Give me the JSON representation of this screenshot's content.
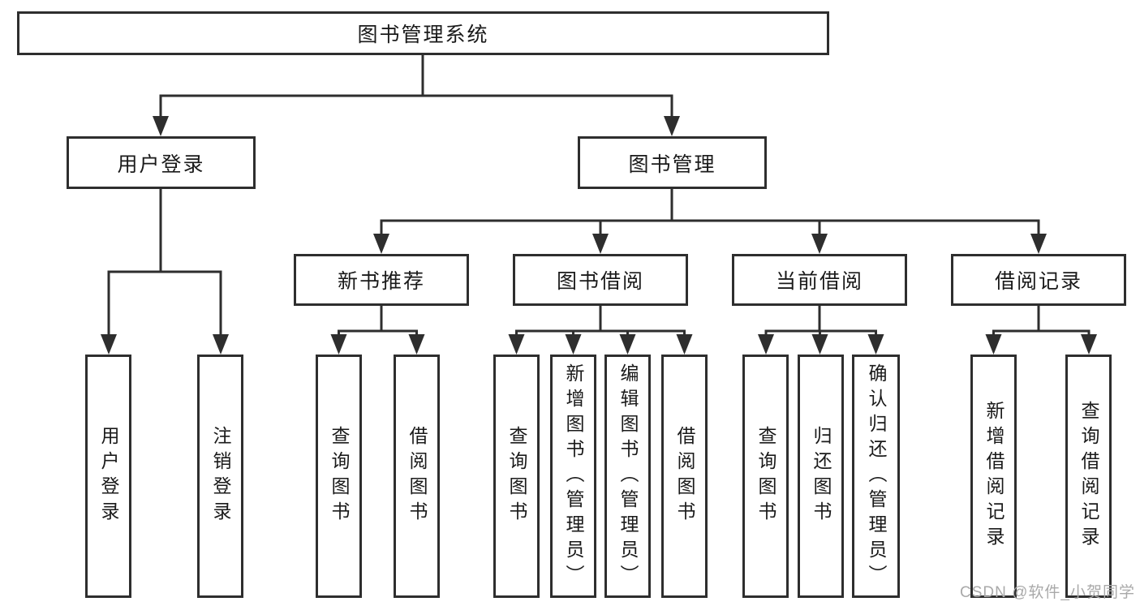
{
  "tree": {
    "label": "图书管理系统",
    "children": [
      {
        "label": "用户登录",
        "children": [
          {
            "label": "用户登录"
          },
          {
            "label": "注销登录"
          }
        ]
      },
      {
        "label": "图书管理",
        "children": [
          {
            "label": "新书推荐",
            "children": [
              {
                "label": "查询图书"
              },
              {
                "label": "借阅图书"
              }
            ]
          },
          {
            "label": "图书借阅",
            "children": [
              {
                "label": "查询图书"
              },
              {
                "label": "新增图书（管理员）"
              },
              {
                "label": "编辑图书（管理员）"
              },
              {
                "label": "借阅图书"
              }
            ]
          },
          {
            "label": "当前借阅",
            "children": [
              {
                "label": "查询图书"
              },
              {
                "label": "归还图书"
              },
              {
                "label": "确认归还（管理员）"
              }
            ]
          },
          {
            "label": "借阅记录",
            "children": [
              {
                "label": "新增借阅记录"
              },
              {
                "label": "查询借阅记录"
              }
            ]
          }
        ]
      }
    ]
  },
  "watermark": {
    "text": "CSDN @软件_小贺同学"
  },
  "colors": {
    "line": "#2e2e2e",
    "box_border": "#2e2e2e",
    "text": "#1a1a1a",
    "watermark": "#a9a9a9",
    "background": "#ffffff"
  }
}
